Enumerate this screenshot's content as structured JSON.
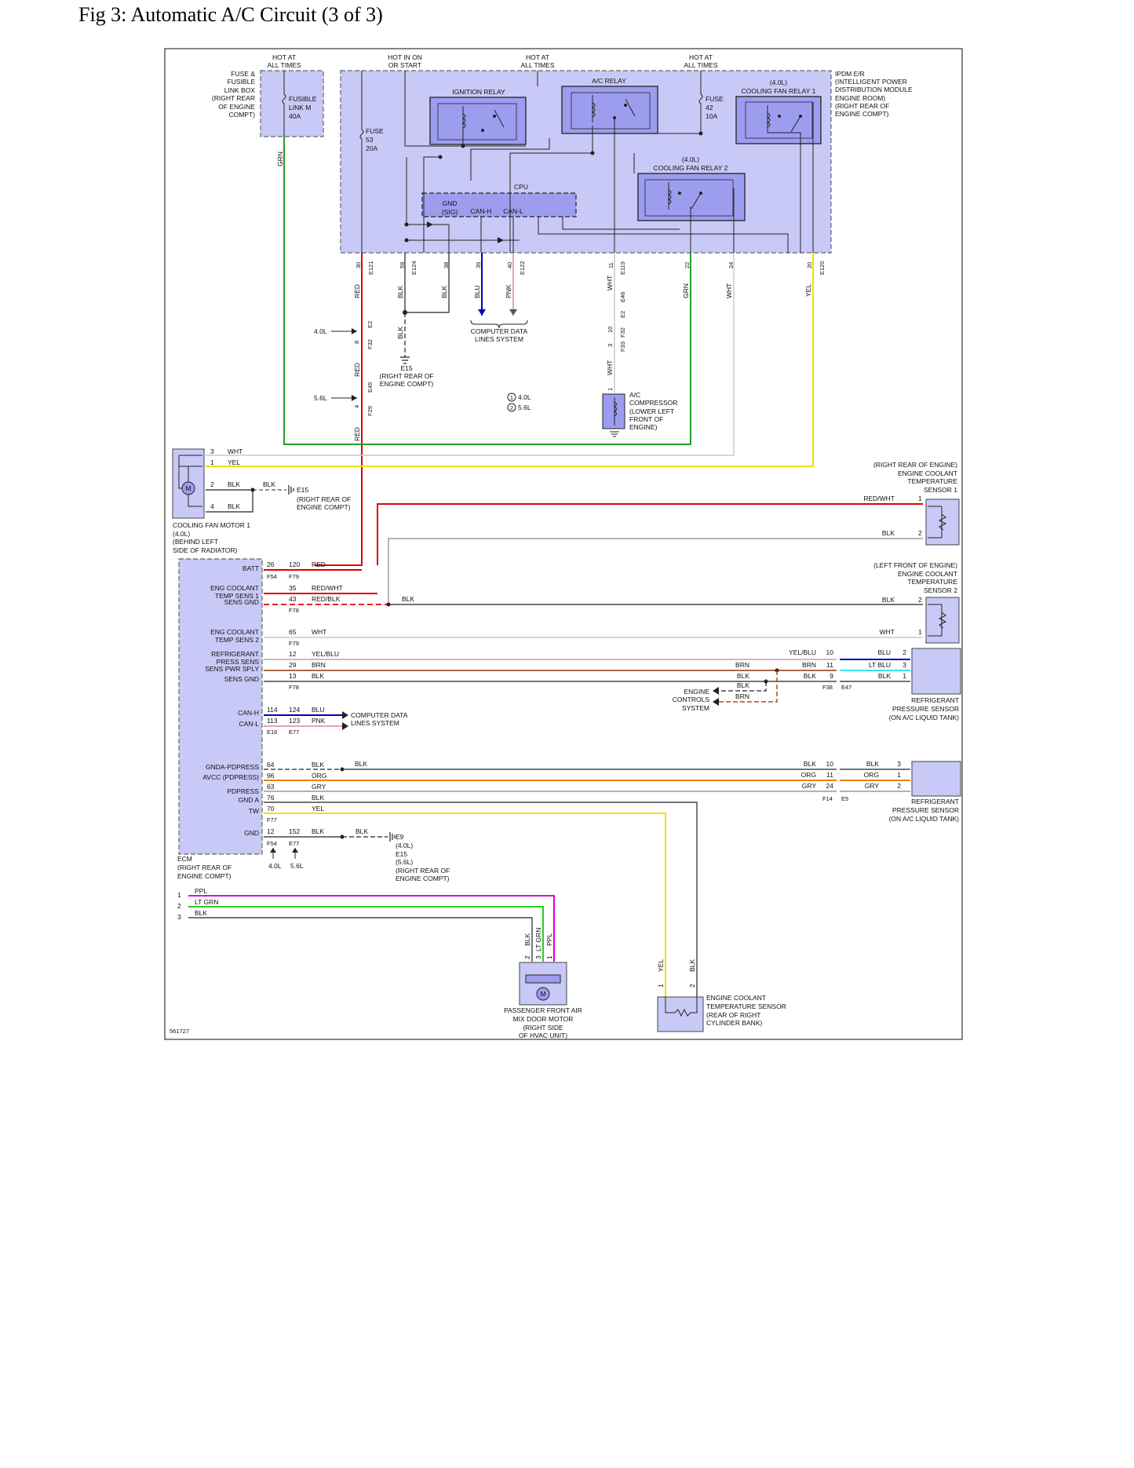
{
  "title": "Fig 3: Automatic A/C Circuit (3 of 3)",
  "figure_id": "561727",
  "colors": {
    "module_fill": "#c9c9f7",
    "relay_fill": "#9d9df0",
    "red": "#e00000",
    "green": "#22a022",
    "yellow": "#f0e000",
    "blue": "#0000c0",
    "pink": "#e8a0c0",
    "brown": "#a0522d",
    "orange": "#f08000",
    "gray": "#999999",
    "white_wire": "#c8c8c8",
    "purple": "#e000e0",
    "lt_blue": "#40e0f0"
  },
  "power_labels": {
    "hot_always_1": [
      "HOT AT",
      "ALL TIMES"
    ],
    "hot_on_start": [
      "HOT IN ON",
      "OR START"
    ],
    "hot_always_2": [
      "HOT AT",
      "ALL TIMES"
    ],
    "hot_always_3": [
      "HOT AT",
      "ALL TIMES"
    ]
  },
  "fuse_box": {
    "name": [
      "FUSE &",
      "FUSIBLE",
      "LINK BOX",
      "(RIGHT REAR",
      "OF ENGINE",
      "COMPT)"
    ],
    "link": [
      "FUSIBLE",
      "LINK M",
      "40A"
    ]
  },
  "ipdm": {
    "name": [
      "IPDM E/R",
      "(INTELLIGENT POWER",
      "DISTRIBUTION MODULE",
      "ENGINE ROOM)",
      "(RIGHT REAR OF",
      "ENGINE COMPT)"
    ],
    "ignition_relay": "IGNITION RELAY",
    "ac_relay": "A/C RELAY",
    "fan_relay_1": [
      "(4.0L)",
      "COOLING FAN RELAY 1"
    ],
    "fan_relay_2": [
      "(4.0L)",
      "COOLING FAN RELAY 2"
    ],
    "fuse_53": [
      "FUSE",
      "53",
      "20A"
    ],
    "fuse_42": [
      "FUSE",
      "42",
      "10A"
    ],
    "cpu": "CPU",
    "gnd_sig": [
      "GND",
      "(SIG)"
    ],
    "can_h": "CAN-H",
    "can_l": "CAN-L"
  },
  "ipdm_pins": [
    {
      "pin": "30",
      "conn": "E121",
      "color": "RED"
    },
    {
      "pin": "59",
      "conn": "E124",
      "color": "BLK"
    },
    {
      "pin": "38",
      "conn": "",
      "color": "BLK"
    },
    {
      "pin": "39",
      "conn": "",
      "color": "BLU"
    },
    {
      "pin": "40",
      "conn": "E122",
      "color": "PNK"
    },
    {
      "pin": "11",
      "conn": "E119",
      "color": "WHT"
    },
    {
      "pin": "22",
      "conn": "",
      "color": "GRN"
    },
    {
      "pin": "24",
      "conn": "",
      "color": "WHT"
    },
    {
      "pin": "20",
      "conn": "E120",
      "color": "YEL"
    }
  ],
  "ipdm_wire_labels": {
    "grn": "GRN",
    "red": "RED",
    "blk": "BLK",
    "wht": "WHT"
  },
  "engine_options": {
    "l40": "4.0L",
    "l56": "5.6L",
    "legend_1": "4.0L",
    "legend_2": "5.6L",
    "legend_1_num": "1",
    "legend_2_num": "2"
  },
  "connectors_center": {
    "e2": "E2",
    "f32": "F32",
    "pin8": "8",
    "e45": "E45",
    "f29": "F29",
    "pin4": "4",
    "e46": "E46",
    "e2b": "E2",
    "f32b": "F32",
    "f33": "F33",
    "pin10": "10",
    "pin3": "3",
    "pin1": "1"
  },
  "e15_ground": [
    "E15",
    "(RIGHT REAR OF",
    "ENGINE COMPT)"
  ],
  "computer_data": [
    "COMPUTER DATA",
    "LINES SYSTEM"
  ],
  "ac_compressor": [
    "A/C",
    "COMPRESSOR",
    "(LOWER LEFT",
    "FRONT OF",
    "ENGINE)"
  ],
  "cooling_fan_motor": {
    "name": [
      "COOLING FAN MOTOR 1",
      "(4.0L)",
      "(BEHIND LEFT",
      "SIDE OF RADIATOR)"
    ],
    "pins": [
      {
        "pin": "3",
        "color": "WHT"
      },
      {
        "pin": "1",
        "color": "YEL"
      },
      {
        "pin": "2",
        "color": "BLK"
      },
      {
        "pin": "4",
        "color": "BLK"
      }
    ],
    "ground_wire": "BLK",
    "ground": [
      "E15",
      "(RIGHT REAR OF",
      "ENGINE COMPT)"
    ]
  },
  "sensor_1": {
    "name": [
      "(RIGHT REAR OF ENGINE)",
      "ENGINE COOLANT",
      "TEMPERATURE",
      "SENSOR 1"
    ],
    "pins": [
      {
        "pin": "1",
        "color": "RED/WHT"
      },
      {
        "pin": "2",
        "color": "BLK"
      }
    ]
  },
  "sensor_2": {
    "name": [
      "(LEFT FRONT OF ENGINE)",
      "ENGINE COOLANT",
      "TEMPERATURE",
      "SENSOR 2"
    ],
    "pins": [
      {
        "pin": "2",
        "color": "BLK"
      },
      {
        "pin": "1",
        "color": "WHT"
      }
    ]
  },
  "ecm": {
    "name": [
      "ECM",
      "(RIGHT REAR OF",
      "ENGINE COMPT)"
    ],
    "rows": [
      {
        "label": "BATT",
        "p1": "26",
        "p2": "120",
        "color": "RED",
        "conn": "F54",
        "conn2": "F79"
      },
      {
        "label": "ENG COOLANT",
        "label2": "TEMP SENS 1",
        "p1": "",
        "p2": "35",
        "color": "RED/WHT"
      },
      {
        "label": "SENS GND",
        "p1": "",
        "p2": "43",
        "color": "RED/BLK",
        "conn2": "F78"
      },
      {
        "label": "ENG COOLANT",
        "label2": "TEMP SENS 2",
        "p2": "65",
        "color": "WHT",
        "conn2": "F79"
      },
      {
        "label": "REFRIGERANT",
        "label2": "PRESS SENS",
        "p2": "12",
        "color": "YEL/BLU"
      },
      {
        "label": "SENS PWR SPLY",
        "p2": "29",
        "color": "BRN"
      },
      {
        "label": "SENS GND",
        "p2": "13",
        "color": "BLK",
        "conn2": "F78"
      },
      {
        "label": "CAN-H",
        "p1": "114",
        "p2": "124",
        "color": "BLU"
      },
      {
        "label": "CAN-L",
        "p1": "113",
        "p2": "123",
        "color": "PNK",
        "conn": "E16",
        "conn2": "E77"
      },
      {
        "label": "GNDA-PDPRESS",
        "p1": "64",
        "color": "BLK"
      },
      {
        "label": "AVCC (PDPRESS)",
        "p1": "96",
        "color": "ORG"
      },
      {
        "label": "",
        "p1": "63",
        "color": "GRY"
      },
      {
        "label": "PDPRESS",
        "label2": "GND A",
        "p1": "76",
        "color": "BLK"
      },
      {
        "label": "TW",
        "p1": "70",
        "color": "YEL",
        "conn": "F77"
      },
      {
        "label": "GND",
        "p1": "12",
        "p2": "152",
        "color": "BLK",
        "conn": "F54",
        "conn2": "E77"
      }
    ],
    "sens_gnd_blk": "BLK",
    "eng_opts": [
      "4.0L",
      "5.6L"
    ]
  },
  "refrig_sensor_1": {
    "name": [
      "REFRIGERANT",
      "PRESSURE SENSOR",
      "(ON A/C LIQUID TANK)"
    ],
    "left_colors": [
      "YEL/BLU",
      "BRN",
      "BLK"
    ],
    "pins_left": [
      "10",
      "11",
      "9"
    ],
    "right_colors": [
      "BLU",
      "LT BLU",
      "BLK"
    ],
    "pins_right": [
      "2",
      "3",
      "1"
    ],
    "conns": [
      "F38",
      "E47"
    ],
    "brn": "BRN",
    "blk": "BLK"
  },
  "engine_controls": [
    "ENGINE",
    "CONTROLS",
    "SYSTEM"
  ],
  "engine_controls_wires": [
    "BLK",
    "BRN"
  ],
  "refrig_sensor_2": {
    "name": [
      "REFRIGERANT",
      "PRESSURE SENSOR",
      "(ON A/C LIQUID TANK)"
    ],
    "left_colors": [
      "BLK",
      "ORG",
      "GRY"
    ],
    "pins_left": [
      "10",
      "11",
      "24"
    ],
    "right_colors": [
      "BLK",
      "ORG",
      "GRY"
    ],
    "pins_right": [
      "3",
      "1",
      "2"
    ],
    "conns": [
      "F14",
      "E5"
    ],
    "blk_mid": "BLK"
  },
  "e9_ground": [
    "E9",
    "(4.0L)",
    "E15",
    "(5.6L)",
    "(RIGHT REAR OF",
    "ENGINE COMPT)"
  ],
  "e9_wire": "BLK",
  "mix_door": {
    "name": [
      "PASSENGER FRONT AIR",
      "MIX DOOR MOTOR",
      "(RIGHT SIDE",
      "OF HVAC UNIT)"
    ],
    "left_pins": [
      {
        "pin": "1",
        "color": "PPL"
      },
      {
        "pin": "2",
        "color": "LT GRN"
      },
      {
        "pin": "3",
        "color": "BLK"
      }
    ],
    "bottom_pins": [
      {
        "pin": "2",
        "color": "BLK"
      },
      {
        "pin": "3",
        "color": "LT GRN"
      },
      {
        "pin": "1",
        "color": "PPL"
      }
    ]
  },
  "coolant_sensor_bank": {
    "name": [
      "ENGINE COOLANT",
      "TEMPERATURE SENSOR",
      "(REAR OF RIGHT",
      "CYLINDER BANK)"
    ],
    "pins": [
      {
        "pin": "1",
        "color": "YEL"
      },
      {
        "pin": "2",
        "color": "BLK"
      }
    ]
  },
  "motor_symbol": "M"
}
